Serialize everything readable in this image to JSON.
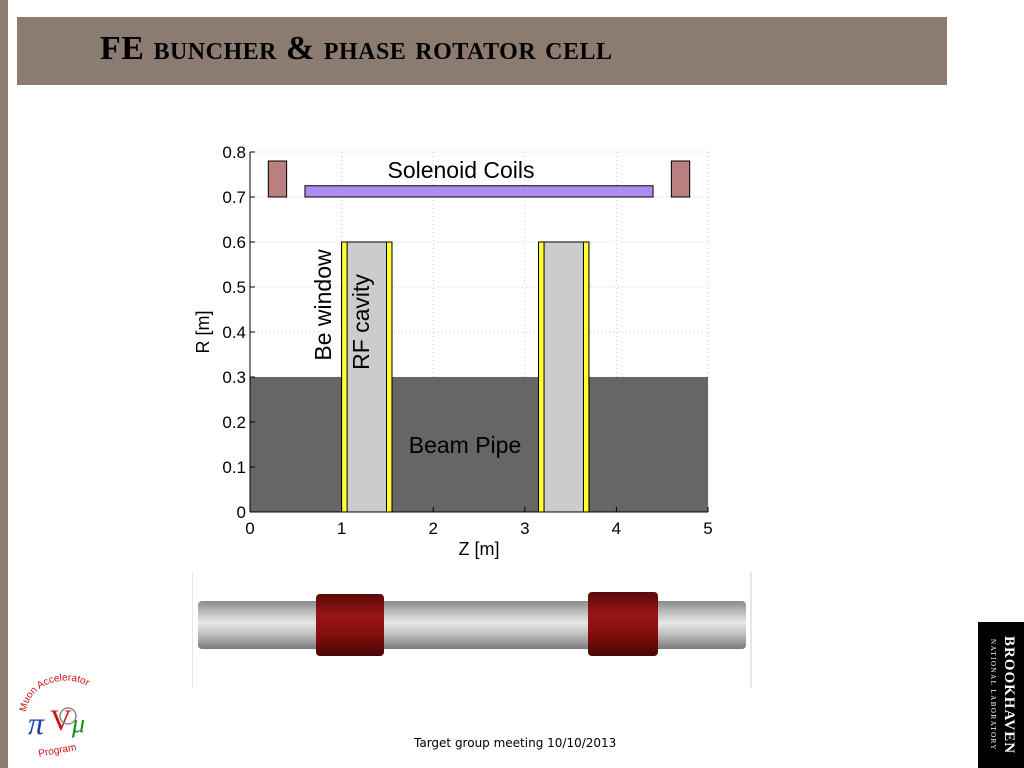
{
  "slide": {
    "title": "FE buncher & phase rotator cell",
    "footer": "Target group meeting 10/10/2013"
  },
  "diagram": {
    "xlabel": "Z [m]",
    "ylabel": "R [m]",
    "xlim": [
      0,
      5
    ],
    "ylim": [
      0,
      0.8
    ],
    "xticks": [
      "0",
      "1",
      "2",
      "3",
      "4",
      "5"
    ],
    "yticks": [
      "0",
      "0.1",
      "0.2",
      "0.3",
      "0.4",
      "0.5",
      "0.6",
      "0.7",
      "0.8"
    ],
    "grid": "dotted",
    "labels": {
      "solenoid": "Solenoid Coils",
      "be_window": "Be window",
      "rf_cavity": "RF cavity",
      "beam_pipe": "Beam Pipe"
    },
    "beam_pipe": {
      "z": [
        0,
        5
      ],
      "r": [
        0,
        0.3
      ]
    },
    "solenoid_bar": {
      "z": [
        0.6,
        4.4
      ],
      "r": [
        0.7,
        0.725
      ]
    },
    "end_coils": [
      {
        "z": [
          0.2,
          0.4
        ],
        "r": [
          0.7,
          0.78
        ]
      },
      {
        "z": [
          4.6,
          4.8
        ],
        "r": [
          0.7,
          0.78
        ]
      }
    ],
    "cavities": [
      {
        "z": [
          1.0,
          1.55
        ],
        "r": [
          0,
          0.6
        ],
        "window_thickness": 0.06
      },
      {
        "z": [
          3.15,
          3.7
        ],
        "r": [
          0,
          0.6
        ],
        "window_thickness": 0.06
      }
    ],
    "colors": {
      "beam_pipe": "#666666",
      "cavity": "#cccccc",
      "be_window": "#ffff33",
      "solenoid_bar": "#b08cf0",
      "end_coil": "#b98080"
    }
  },
  "logos": {
    "map_line1": "Muon Accelerator",
    "map_line2": "Program",
    "bnl_name": "BROOKHAVEN",
    "bnl_sub": "NATIONAL LABORATORY"
  }
}
